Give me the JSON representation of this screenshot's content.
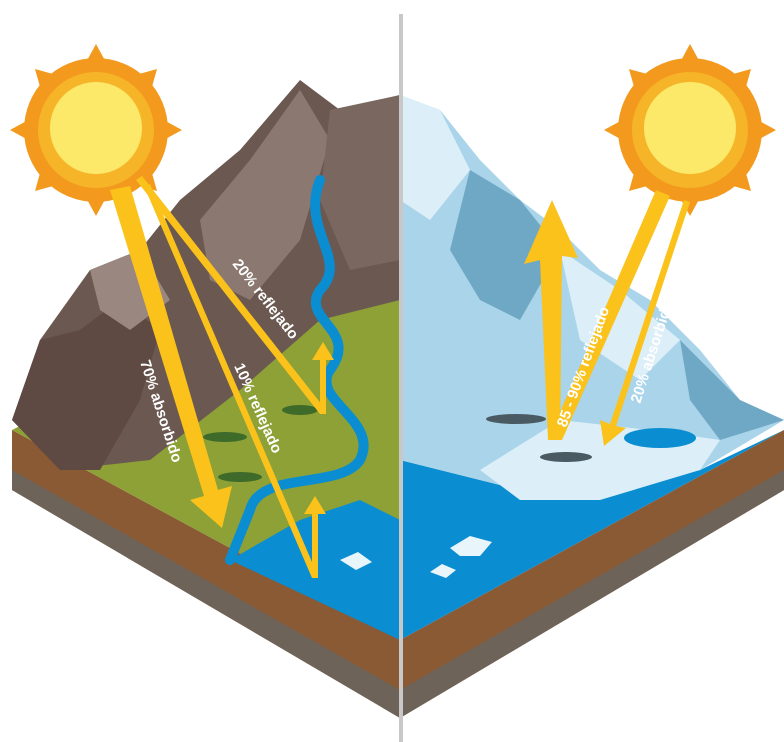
{
  "labels": {
    "absorbed_land": "70% absorbido",
    "reflected_land_1": "20% reflejado",
    "reflected_land_2": "10% reflejado",
    "reflected_ice": "85 - 90% reflejado",
    "absorbed_ice": "20% absorbido"
  },
  "colors": {
    "sun_outer": "#F39A1E",
    "sun_inner": "#FCE96A",
    "arrow": "#FAC21B",
    "rock_dark": "#5E4A43",
    "rock_light": "#8B7870",
    "grass": "#8DA136",
    "water": "#0A8DD1",
    "ice_light": "#DCEFF8",
    "ice_mid": "#A9D4EA",
    "ice_dark": "#6FA8C4",
    "soil_top": "#8A5A35",
    "soil_bottom": "#6E6358",
    "divider": "#C8C8C8"
  }
}
